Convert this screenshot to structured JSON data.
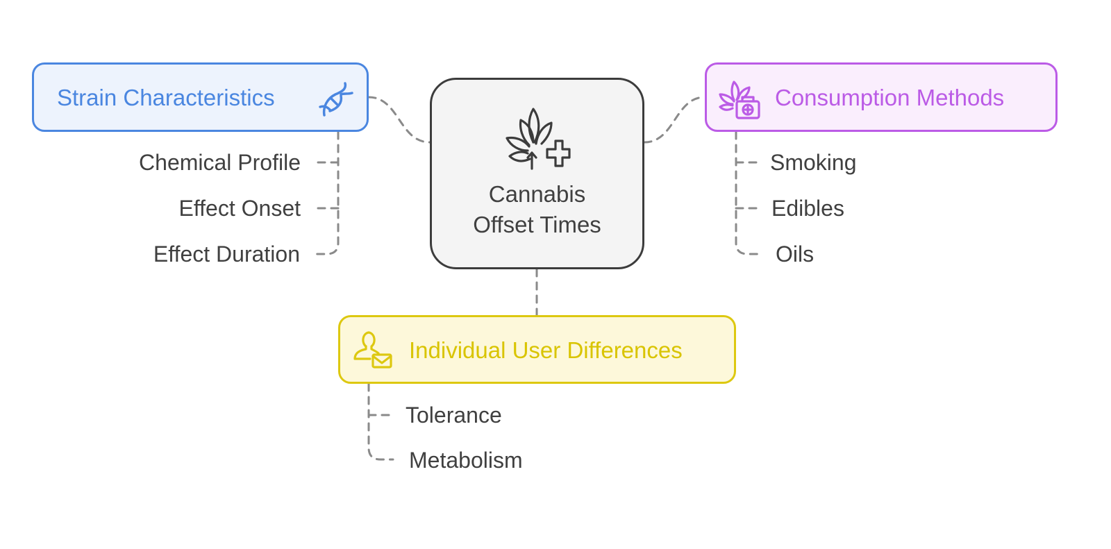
{
  "diagram": {
    "type": "mind-map",
    "center": {
      "title_lines": [
        "Cannabis",
        "Offset Times"
      ],
      "icon": "cannabis-leaf-medical-cross-icon"
    },
    "branches": [
      {
        "id": "strain",
        "title": "Strain Characteristics",
        "icon": "dna-icon",
        "color": "#4A86E0",
        "fill": "#EDF3FD",
        "children": [
          "Chemical Profile",
          "Effect Onset",
          "Effect Duration"
        ]
      },
      {
        "id": "consumption",
        "title": "Consumption Methods",
        "icon": "cannabis-medical-kit-icon",
        "color": "#BB5BE6",
        "fill": "#FAEEFD",
        "children": [
          "Smoking",
          "Edibles",
          "Oils"
        ]
      },
      {
        "id": "individual",
        "title": "Individual User Differences",
        "icon": "user-mail-icon",
        "color": "#DDC810",
        "fill": "#FDF8DA",
        "children": [
          "Tolerance",
          "Metabolism"
        ]
      }
    ],
    "connector_color": "#8A8A8A",
    "text_color": "#404040"
  }
}
